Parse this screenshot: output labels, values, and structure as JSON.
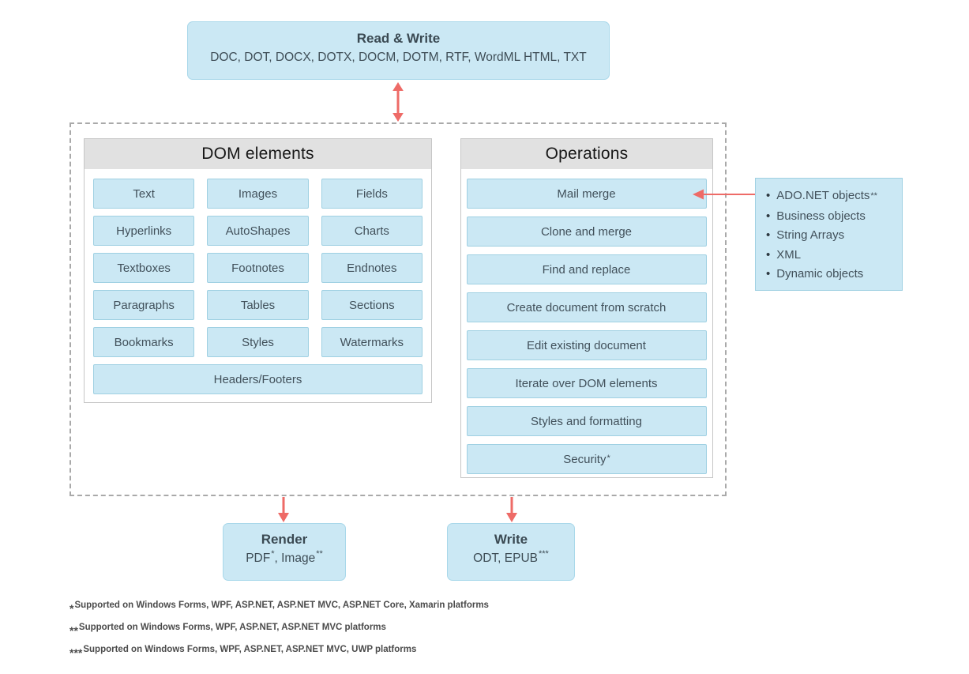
{
  "colors": {
    "box_fill": "#cbe8f4",
    "box_border": "#a9d8ea",
    "cell_border": "#9fd0e2",
    "panel_header_bg": "#e1e1e1",
    "panel_border": "#c6c6c6",
    "dashed_border": "#a9a9a9",
    "arrow_red": "#ee6b67",
    "text_dark": "#41505a"
  },
  "read_write_box": {
    "title": "Read & Write",
    "formats": "DOC, DOT, DOCX, DOTX, DOCM, DOTM, RTF, WordML HTML, TXT"
  },
  "dom_panel": {
    "title": "DOM elements",
    "cells": [
      "Text",
      "Images",
      "Fields",
      "Hyperlinks",
      "AutoShapes",
      "Charts",
      "Textboxes",
      "Footnotes",
      "Endnotes",
      "Paragraphs",
      "Tables",
      "Sections",
      "Bookmarks",
      "Styles",
      "Watermarks"
    ],
    "wide_cell": "Headers/Footers"
  },
  "operations_panel": {
    "title": "Operations",
    "items": [
      {
        "label": "Mail merge",
        "sup": ""
      },
      {
        "label": "Clone and merge",
        "sup": ""
      },
      {
        "label": "Find and replace",
        "sup": ""
      },
      {
        "label": "Create document from scratch",
        "sup": ""
      },
      {
        "label": "Edit existing document",
        "sup": ""
      },
      {
        "label": "Iterate over DOM elements",
        "sup": ""
      },
      {
        "label": "Styles and formatting",
        "sup": ""
      },
      {
        "label": "Security",
        "sup": "*"
      }
    ]
  },
  "data_sources_box": {
    "items": [
      {
        "label": "ADO.NET objects",
        "sup": "**"
      },
      {
        "label": "Business objects",
        "sup": ""
      },
      {
        "label": "String Arrays",
        "sup": ""
      },
      {
        "label": "XML",
        "sup": ""
      },
      {
        "label": "Dynamic objects",
        "sup": ""
      }
    ]
  },
  "render_box": {
    "title": "Render",
    "segments": [
      {
        "text": "PDF",
        "sup": "*"
      },
      {
        "text": ", Image",
        "sup": "**"
      }
    ]
  },
  "write_box": {
    "title": "Write",
    "segments": [
      {
        "text": "ODT, EPUB",
        "sup": "***"
      }
    ]
  },
  "footnotes": [
    {
      "sup": "*",
      "text": "Supported on Windows Forms, WPF, ASP.NET, ASP.NET MVC, ASP.NET Core, Xamarin platforms"
    },
    {
      "sup": "**",
      "text": "Supported on Windows Forms, WPF, ASP.NET, ASP.NET MVC platforms"
    },
    {
      "sup": "***",
      "text": "Supported on Windows Forms, WPF, ASP.NET, ASP.NET MVC, UWP platforms"
    }
  ]
}
